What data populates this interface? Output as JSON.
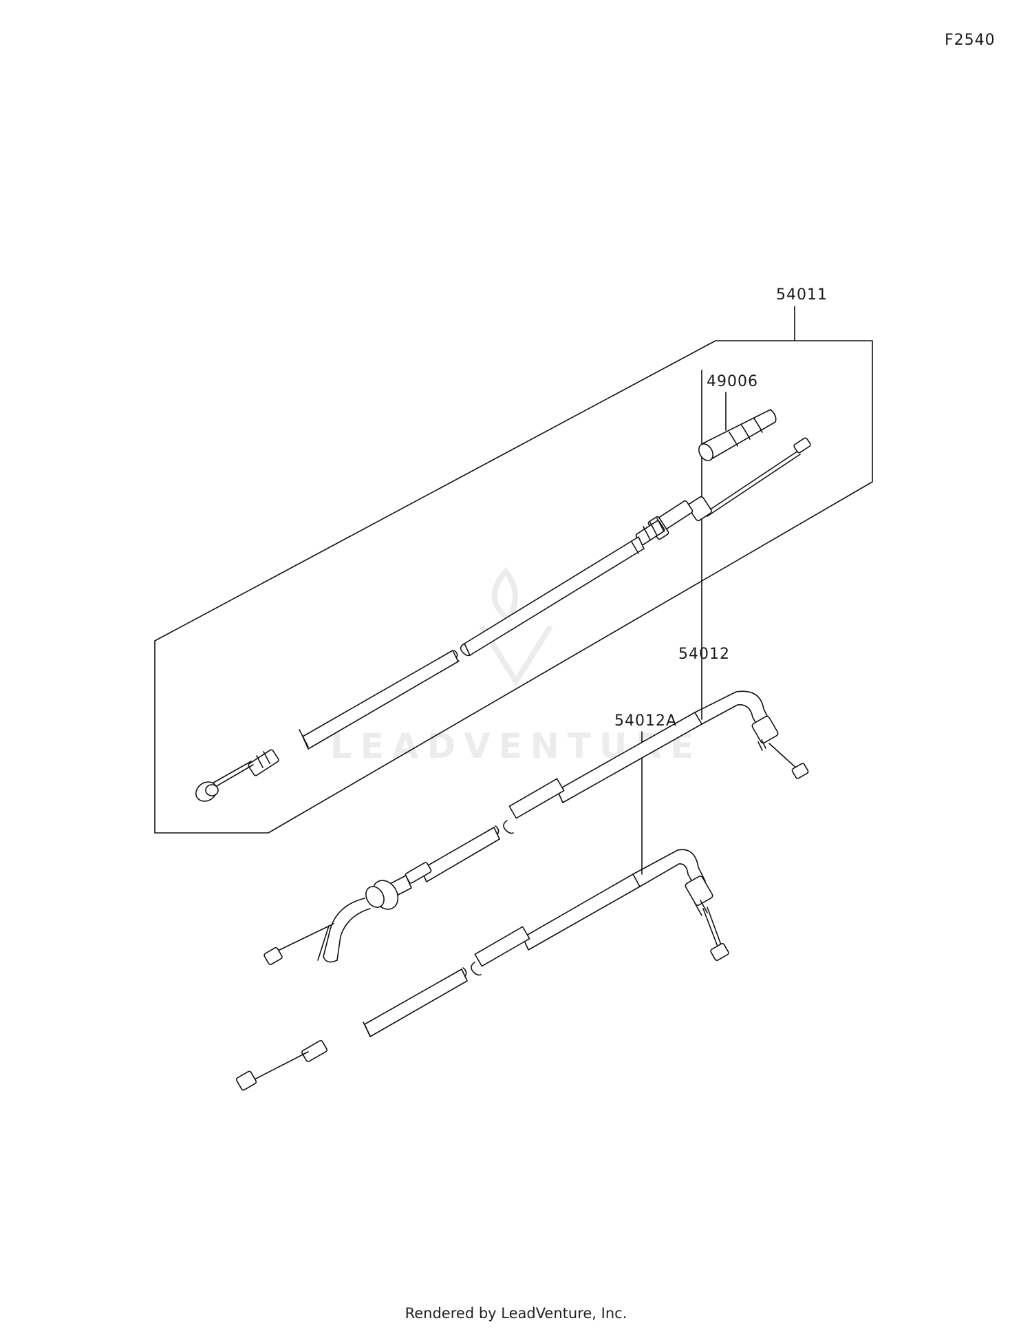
{
  "figure_code": "F2540",
  "parts": {
    "p54011": "54011",
    "p49006": "49006",
    "p54012": "54012",
    "p54012a": "54012A"
  },
  "watermark": "LEADVENTURE",
  "footer": "Rendered by LeadVenture, Inc."
}
